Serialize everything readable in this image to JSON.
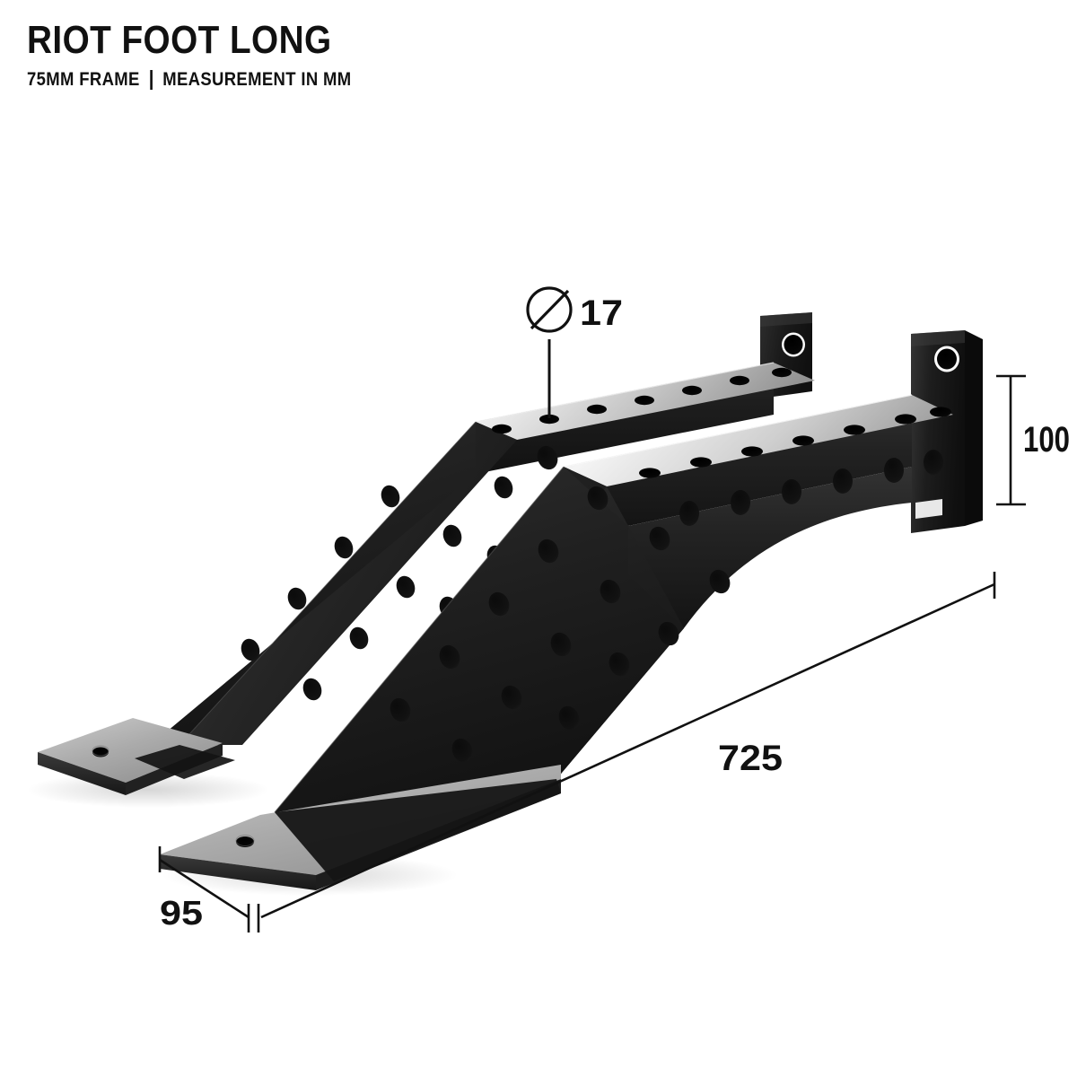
{
  "header": {
    "title": "RIOT FOOT LONG",
    "frame_spec": "75MM FRAME",
    "separator": "|",
    "measurement_note": "MEASUREMENT IN MM"
  },
  "product": {
    "name": "RIOT FOOT LONG",
    "finish_color": "#1b1b1b",
    "baseplate_color": "#9a9a9a",
    "background_color": "#ffffff",
    "line_color": "#111111",
    "units": "mm",
    "parts": [
      "left-foot-bracket",
      "right-foot-bracket",
      "wall-mount-plate",
      "base-plate",
      "hole-pattern"
    ]
  },
  "dimensions": {
    "length": {
      "label": "725",
      "name": "overall-length",
      "units": "mm"
    },
    "height": {
      "label": "100",
      "name": "frame-height",
      "units": "mm"
    },
    "width": {
      "label": "95",
      "name": "baseplate-width",
      "units": "mm"
    },
    "hole": {
      "symbol": "⌀",
      "label": "17",
      "name": "hole-diameter",
      "units": "mm"
    }
  },
  "chart_data": {
    "type": "table",
    "title": "RIOT FOOT LONG — 75MM FRAME | MEASUREMENT IN MM",
    "categories": [
      "Overall length",
      "Frame height",
      "Base plate width",
      "Hole diameter"
    ],
    "values": [
      725,
      100,
      95,
      17
    ],
    "labels": [
      "725",
      "100",
      "95",
      "⌀ 17"
    ],
    "units": "mm"
  }
}
